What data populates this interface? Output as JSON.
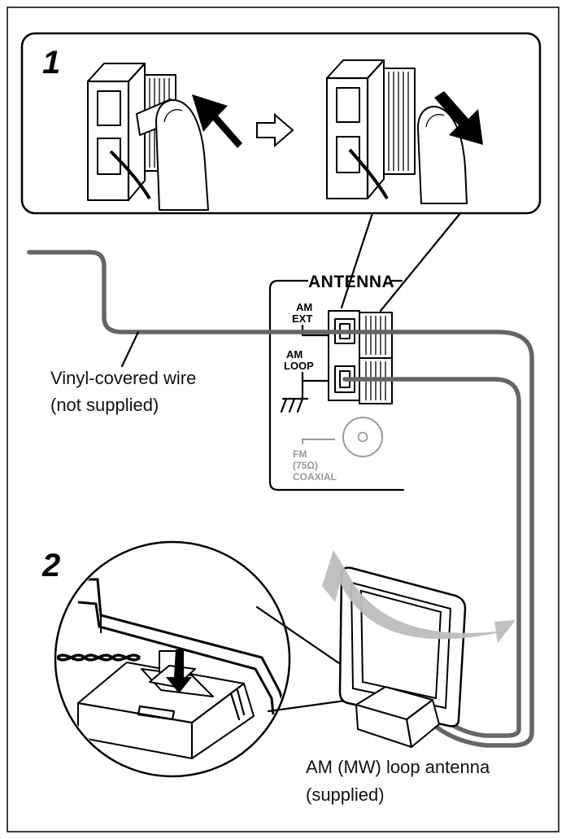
{
  "steps": {
    "step1": "1",
    "step2": "2"
  },
  "panel": {
    "title": "ANTENNA",
    "am_ext": [
      "AM",
      "EXT"
    ],
    "am_loop": [
      "AM",
      "LOOP"
    ],
    "fm": [
      "FM",
      "(75Ω)",
      "COAXIAL"
    ]
  },
  "captions": {
    "vinyl_wire": [
      "Vinyl-covered wire",
      "(not supplied)"
    ],
    "loop_antenna": [
      "AM (MW) loop antenna",
      "(supplied)"
    ]
  },
  "colors": {
    "wire": "#666666",
    "rotate_arrow": "#b5b5b5",
    "fm_text": "#9a9a9a"
  }
}
